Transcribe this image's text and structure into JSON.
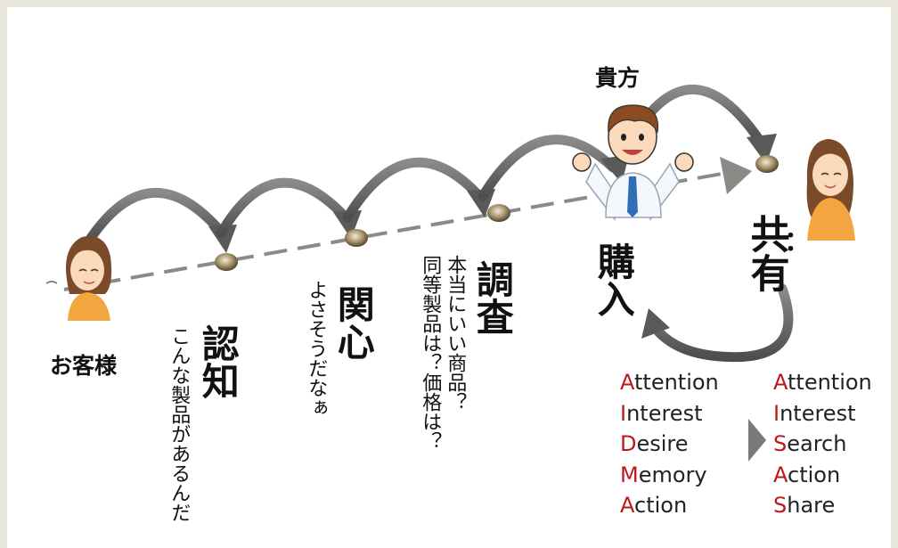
{
  "labels": {
    "customer_left": "お客様",
    "you": "貴方"
  },
  "stages": {
    "ninchi": {
      "title": "認知",
      "sub": "こんな製品があるんだ"
    },
    "kanshin": {
      "title": "関心",
      "sub": "よさそうだなぁ"
    },
    "chousa": {
      "title": "調査",
      "sub1": "本当にいい商品？",
      "sub2": "同等製品は？価格は？"
    },
    "kounyu": {
      "title": "購入"
    },
    "kyouyu": {
      "title": "共有",
      "mark": "："
    }
  },
  "aidma": [
    {
      "initial": "A",
      "rest": "ttention"
    },
    {
      "initial": "I",
      "rest": "nterest"
    },
    {
      "initial": "D",
      "rest": "esire"
    },
    {
      "initial": "M",
      "rest": "emory"
    },
    {
      "initial": "A",
      "rest": "ction"
    }
  ],
  "aisas": [
    {
      "initial": "A",
      "rest": "ttention"
    },
    {
      "initial": "I",
      "rest": "nterest"
    },
    {
      "initial": "S",
      "rest": "earch"
    },
    {
      "initial": "A",
      "rest": "ction"
    },
    {
      "initial": "S",
      "rest": "hare"
    }
  ],
  "colors": {
    "accent": "#c0161c",
    "arrow": "#6f6f6d",
    "arrow_dark": "#4a4a48",
    "dash": "#8a8a86",
    "frame_border": "#e9e6dc"
  },
  "icons": {
    "customer": "person-woman-icon",
    "you": "person-man-cheering-icon",
    "node": "bead-icon",
    "transition": "triangle-right-icon"
  }
}
